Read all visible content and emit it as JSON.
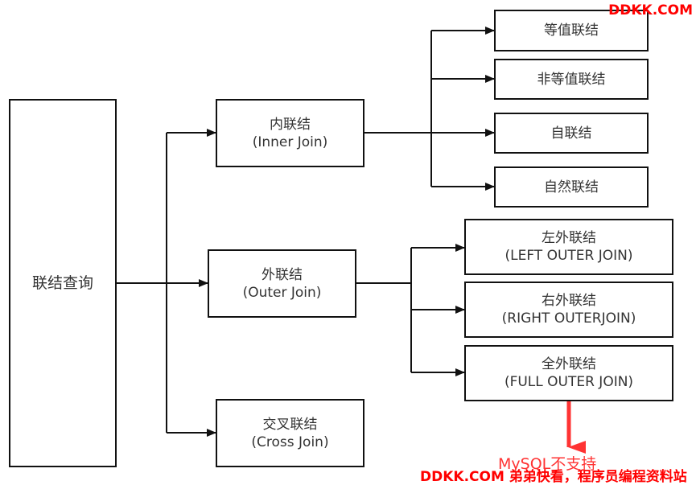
{
  "colors": {
    "line": "#111111",
    "text": "#333333",
    "accent": "#ff0000"
  },
  "root": {
    "label": "联结查询"
  },
  "inner": {
    "title": "内联结",
    "subtitle": "(Inner Join)"
  },
  "outer": {
    "title": "外联结",
    "subtitle": "(Outer Join)"
  },
  "cross": {
    "title": "交叉联结",
    "subtitle": "(Cross Join)"
  },
  "inner_children": {
    "equi": "等值联结",
    "non_equi": "非等值联结",
    "self": "自联结",
    "natural": "自然联结"
  },
  "outer_children": {
    "left": {
      "title": "左外联结",
      "subtitle": "(LEFT OUTER JOIN)"
    },
    "right": {
      "title": "右外联结",
      "subtitle": "(RIGHT OUTERJOIN)"
    },
    "full": {
      "title": "全外联结",
      "subtitle": "(FULL OUTER JOIN)"
    }
  },
  "note": "MySQL不支持",
  "watermark_top": "DDKK.COM",
  "watermark_bottom": "DDKK.COM 弟弟快看，程序员编程资料站"
}
